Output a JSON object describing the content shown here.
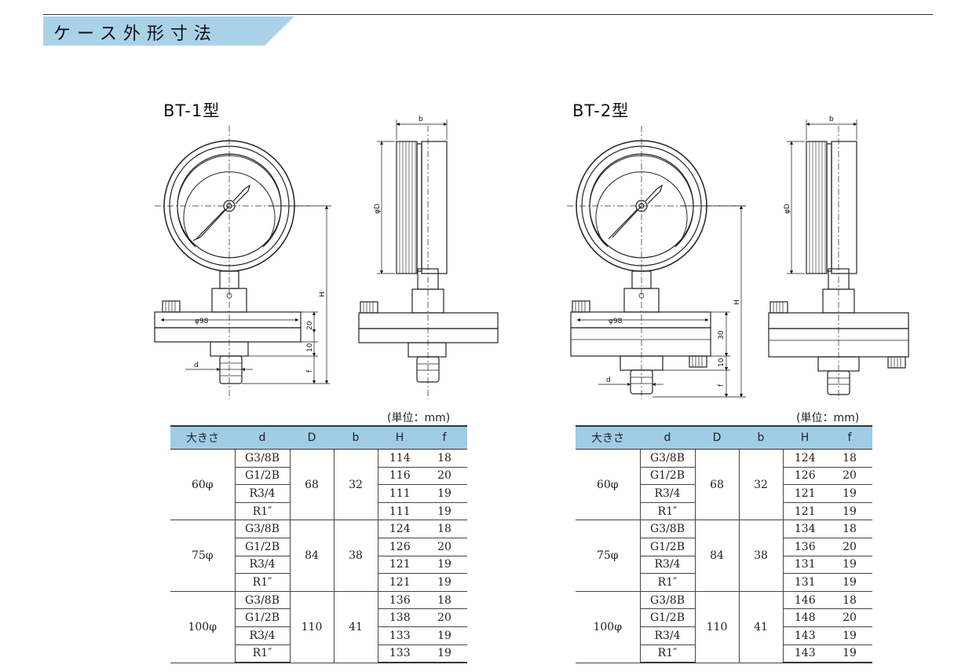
{
  "page_title": "ケース外形寸法",
  "unit_label": "(単位：mm)",
  "models": [
    {
      "title": "BT-1型",
      "dims": {
        "b": "b",
        "phiD": "φD",
        "H": "H",
        "phi98": "φ98",
        "d": "d",
        "f": "f",
        "d20": "20",
        "d10": "10"
      },
      "table": {
        "headers": [
          "大きさ",
          "d",
          "D",
          "b",
          "H",
          "f"
        ],
        "groups": [
          {
            "size": "60φ",
            "D": "68",
            "b": "32",
            "rows": [
              {
                "d": "G3/8B",
                "H": "114",
                "f": "18"
              },
              {
                "d": "G1/2B",
                "H": "116",
                "f": "20"
              },
              {
                "d": "R3/4",
                "H": "111",
                "f": "19"
              },
              {
                "d": "R1″",
                "H": "111",
                "f": "19"
              }
            ]
          },
          {
            "size": "75φ",
            "D": "84",
            "b": "38",
            "rows": [
              {
                "d": "G3/8B",
                "H": "124",
                "f": "18"
              },
              {
                "d": "G1/2B",
                "H": "126",
                "f": "20"
              },
              {
                "d": "R3/4",
                "H": "121",
                "f": "19"
              },
              {
                "d": "R1″",
                "H": "121",
                "f": "19"
              }
            ]
          },
          {
            "size": "100φ",
            "D": "110",
            "b": "41",
            "rows": [
              {
                "d": "G3/8B",
                "H": "136",
                "f": "18"
              },
              {
                "d": "G1/2B",
                "H": "138",
                "f": "20"
              },
              {
                "d": "R3/4",
                "H": "133",
                "f": "19"
              },
              {
                "d": "R1″",
                "H": "133",
                "f": "19"
              }
            ]
          }
        ]
      }
    },
    {
      "title": "BT-2型",
      "dims": {
        "b": "b",
        "phiD": "φD",
        "H": "H",
        "phi98": "φ98",
        "d": "d",
        "f": "f",
        "d30": "30",
        "d10": "10"
      },
      "table": {
        "headers": [
          "大きさ",
          "d",
          "D",
          "b",
          "H",
          "f"
        ],
        "groups": [
          {
            "size": "60φ",
            "D": "68",
            "b": "32",
            "rows": [
              {
                "d": "G3/8B",
                "H": "124",
                "f": "18"
              },
              {
                "d": "G1/2B",
                "H": "126",
                "f": "20"
              },
              {
                "d": "R3/4",
                "H": "121",
                "f": "19"
              },
              {
                "d": "R1″",
                "H": "121",
                "f": "19"
              }
            ]
          },
          {
            "size": "75φ",
            "D": "84",
            "b": "38",
            "rows": [
              {
                "d": "G3/8B",
                "H": "134",
                "f": "18"
              },
              {
                "d": "G1/2B",
                "H": "136",
                "f": "20"
              },
              {
                "d": "R3/4",
                "H": "131",
                "f": "19"
              },
              {
                "d": "R1″",
                "H": "131",
                "f": "19"
              }
            ]
          },
          {
            "size": "100φ",
            "D": "110",
            "b": "41",
            "rows": [
              {
                "d": "G3/8B",
                "H": "146",
                "f": "18"
              },
              {
                "d": "G1/2B",
                "H": "148",
                "f": "20"
              },
              {
                "d": "R3/4",
                "H": "143",
                "f": "19"
              },
              {
                "d": "R1″",
                "H": "143",
                "f": "19"
              }
            ]
          }
        ]
      }
    }
  ],
  "colors": {
    "header_band": "#a9d2e8",
    "table_header": "#9fcde6",
    "line": "#333333"
  }
}
